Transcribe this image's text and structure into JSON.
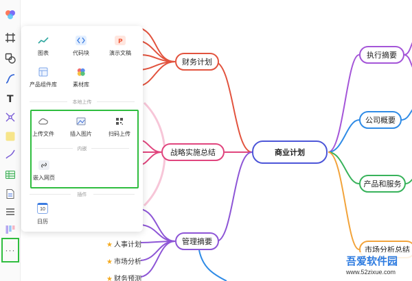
{
  "mindmap": {
    "center": "商业计划",
    "right_branches": [
      {
        "label": "执行摘要",
        "color": "#a455d8"
      },
      {
        "label": "公司概要",
        "color": "#2f8be6"
      },
      {
        "label": "产品和服务",
        "color": "#37b25a"
      },
      {
        "label": "市场分析总结",
        "color": "#f2a33a"
      }
    ],
    "left_branches": [
      {
        "label": "财务计划",
        "color": "#e2533e"
      },
      {
        "label": "战略实施总结",
        "color": "#e0447d"
      },
      {
        "label": "管理摘要",
        "color": "#8d55d6"
      }
    ],
    "leaves": [
      "人事计划",
      "市场分析",
      "财务预测"
    ]
  },
  "panel": {
    "top_items": [
      {
        "label": "图表",
        "icon": "chart-icon"
      },
      {
        "label": "代码块",
        "icon": "code-icon"
      },
      {
        "label": "演示文稿",
        "icon": "presentation-icon"
      },
      {
        "label": "产品组件库",
        "icon": "component-library-icon"
      },
      {
        "label": "素材库",
        "icon": "asset-library-icon"
      }
    ],
    "local_upload_header": "本地上传",
    "upload_items": [
      {
        "label": "上传文件",
        "icon": "cloud-upload-icon"
      },
      {
        "label": "插入图片",
        "icon": "image-icon"
      },
      {
        "label": "扫码上传",
        "icon": "qr-code-icon"
      }
    ],
    "embed_header": "内嵌",
    "embed_items": [
      {
        "label": "嵌入网页",
        "icon": "link-icon"
      }
    ],
    "plugin_header": "插件",
    "plugin_items": [
      {
        "label": "日历",
        "icon": "calendar-icon",
        "day": "10"
      }
    ]
  },
  "toolbar": {
    "more_label": "···"
  },
  "watermark": {
    "title": "吾爱软件园",
    "url": "www.52zixue.com"
  },
  "colors": {
    "accent_green": "#2ebd3e",
    "center_border": "#4c55d8"
  }
}
